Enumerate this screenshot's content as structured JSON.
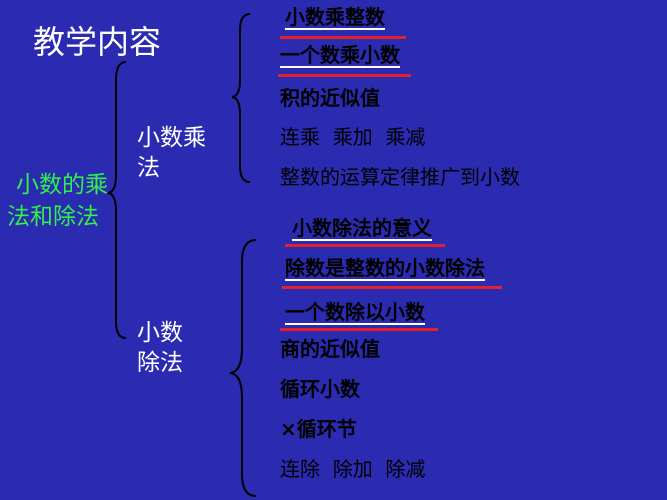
{
  "title": "教学内容",
  "root": {
    "line1": "小数的乘",
    "line2": "法和除法"
  },
  "multiply": {
    "label_line1": "小数乘",
    "label_line2": "法",
    "items": [
      {
        "text": "小数乘整数"
      },
      {
        "text": "一个数乘小数"
      },
      {
        "text": "积的近似值"
      },
      {
        "text": "连乘  乘加  乘减"
      },
      {
        "text": "整数的运算定律推广到小数"
      }
    ]
  },
  "divide": {
    "label_line1": "小数",
    "label_line2": "除法",
    "items": [
      {
        "text": "小数除法的意义"
      },
      {
        "text": "除数是整数的小数除法"
      },
      {
        "text": "一个数除以小数"
      },
      {
        "text": "商的近似值"
      },
      {
        "text": "循环小数"
      },
      {
        "text": "×循环节"
      },
      {
        "text": "连除  除加  除减"
      }
    ]
  },
  "colors": {
    "background": "#2a2bb0",
    "root_text": "#2ff04a",
    "item_text": "#000000",
    "label_text": "#ffffff",
    "highlight_line": "#e4202a"
  }
}
